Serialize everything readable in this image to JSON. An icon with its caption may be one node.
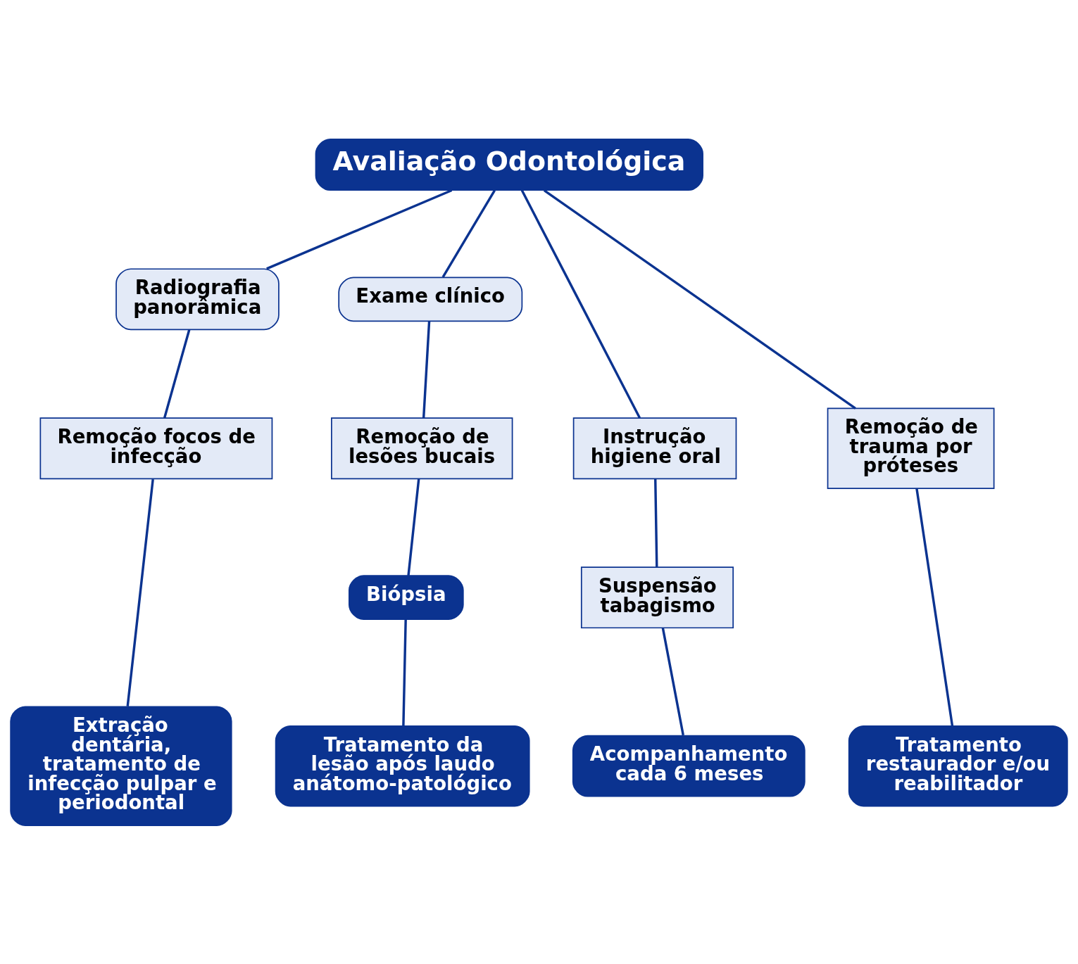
{
  "diagram": {
    "nodes": [
      {
        "text": [
          "Avaliação Odontológica"
        ]
      },
      {
        "text": [
          "Radiografia panorâmica"
        ]
      },
      {
        "text": [
          "Exame clínico"
        ]
      },
      {
        "text": [
          "Remoção focos de infecção"
        ]
      },
      {
        "text": [
          "Instrução higiene oral"
        ]
      },
      {
        "text": [
          "Remoção de trauma por próteses"
        ]
      },
      {
        "text": [
          "Remoção de lesões bucais"
        ]
      },
      {
        "text": [
          "Suspensão tabagismo"
        ]
      },
      {
        "text": [
          "Biópsia"
        ]
      },
      {
        "text": [
          "Extração dentária, tratamento de infecção pulpar e periodontal"
        ]
      },
      {
        "text": [
          "Acompanhamento cada 6 meses"
        ]
      },
      {
        "text": [
          "Tratamento restaurador e/ou reabilitador"
        ]
      },
      {
        "text": [
          "Tratamento da lesão após laudo anátomo-patológico"
        ]
      }
    ],
    "edges": [
      {
        "from": 0,
        "to": 1,
        "arrow": "none"
      },
      {
        "from": 0,
        "to": 4,
        "arrow": "none"
      },
      {
        "from": 0,
        "to": 5,
        "arrow": "none"
      },
      {
        "from": 0,
        "to": 2,
        "arrow": "none"
      },
      {
        "from": 1,
        "to": 3,
        "arrow": "none"
      },
      {
        "from": 2,
        "to": 6,
        "arrow": "none"
      },
      {
        "from": 3,
        "to": 9,
        "arrow": "none"
      },
      {
        "from": 4,
        "to": 7,
        "arrow": "none"
      },
      {
        "from": 7,
        "to": 10,
        "arrow": "none"
      },
      {
        "from": 5,
        "to": 11,
        "arrow": "none"
      },
      {
        "from": 6,
        "to": 8,
        "arrow": "none"
      },
      {
        "from": 8,
        "to": 12,
        "arrow": "none"
      }
    ]
  }
}
